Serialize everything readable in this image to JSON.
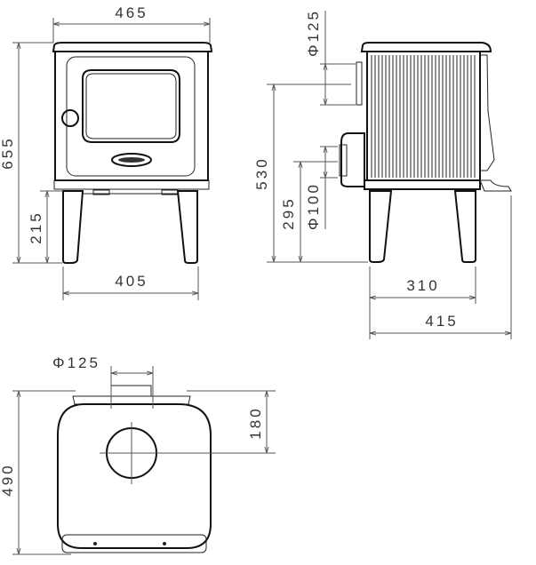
{
  "front_view": {
    "width_label": "465",
    "height_label": "655",
    "leg_height_label": "215",
    "leg_span_label": "405"
  },
  "side_view": {
    "top_flue_label": "Φ125",
    "top_flue_height_label": "530",
    "rear_flue_label": "Φ100",
    "rear_flue_height_label": "295",
    "leg_span_label": "310",
    "depth_label": "415"
  },
  "top_view": {
    "flue_diameter_label": "Φ125",
    "flue_offset_label": "180",
    "depth_label": "490"
  },
  "colors": {
    "line": "#111111",
    "dimension": "#555555",
    "text": "#333333"
  }
}
